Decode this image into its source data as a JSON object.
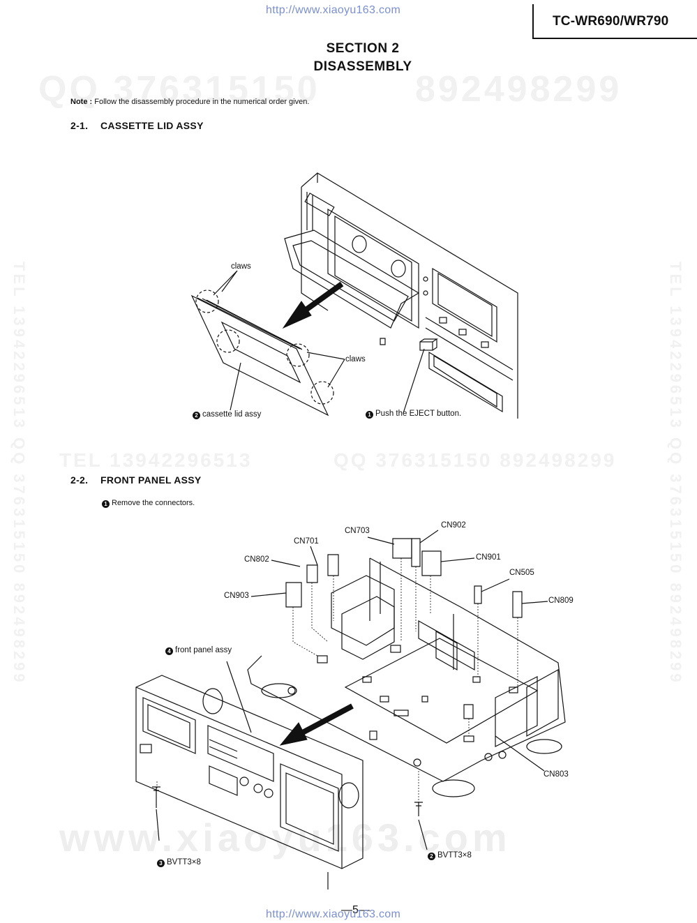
{
  "header": {
    "url_top": "http://www.xiaoyu163.com",
    "model": "TC-WR690/WR790"
  },
  "section": {
    "line1": "SECTION 2",
    "line2": "DISASSEMBLY"
  },
  "note": {
    "label": "Note :",
    "text": "Follow the disassembly procedure in the numerical order given."
  },
  "watermarks": {
    "qq_top_a": "QQ 376315150",
    "qq_top_b": "892498299",
    "tel_mid": "TEL 13942296513",
    "qq_mid": "QQ 376315150 892498299",
    "side": "TEL 13942296513 QQ 376315150 892498299",
    "bottom": "www.xiaoyu163.com"
  },
  "sub1": {
    "num": "2-1.",
    "title": "CASSETTE LID ASSY",
    "labels": {
      "claws_a": "claws",
      "claws_b": "claws",
      "lid": "cassette lid assy",
      "lid_bullet": "2",
      "eject": "Push the EJECT button.",
      "eject_bullet": "1"
    }
  },
  "sub2": {
    "num": "2-2.",
    "title": "FRONT PANEL ASSY",
    "step1_bullet": "1",
    "step1": "Remove the connectors.",
    "labels": {
      "cn703": "CN703",
      "cn902": "CN902",
      "cn701": "CN701",
      "cn802": "CN802",
      "cn901": "CN901",
      "cn505": "CN505",
      "cn903": "CN903",
      "cn809": "CN809",
      "cn803": "CN803",
      "front_panel": "front panel assy",
      "front_panel_bullet": "4",
      "screw_a": "BVTT3×8",
      "screw_a_bullet": "3",
      "screw_b": "BVTT3×8",
      "screw_b_bullet": "2"
    }
  },
  "footer": {
    "page": "—5—",
    "url_bottom": "http://www.xiaoyu163.com"
  }
}
